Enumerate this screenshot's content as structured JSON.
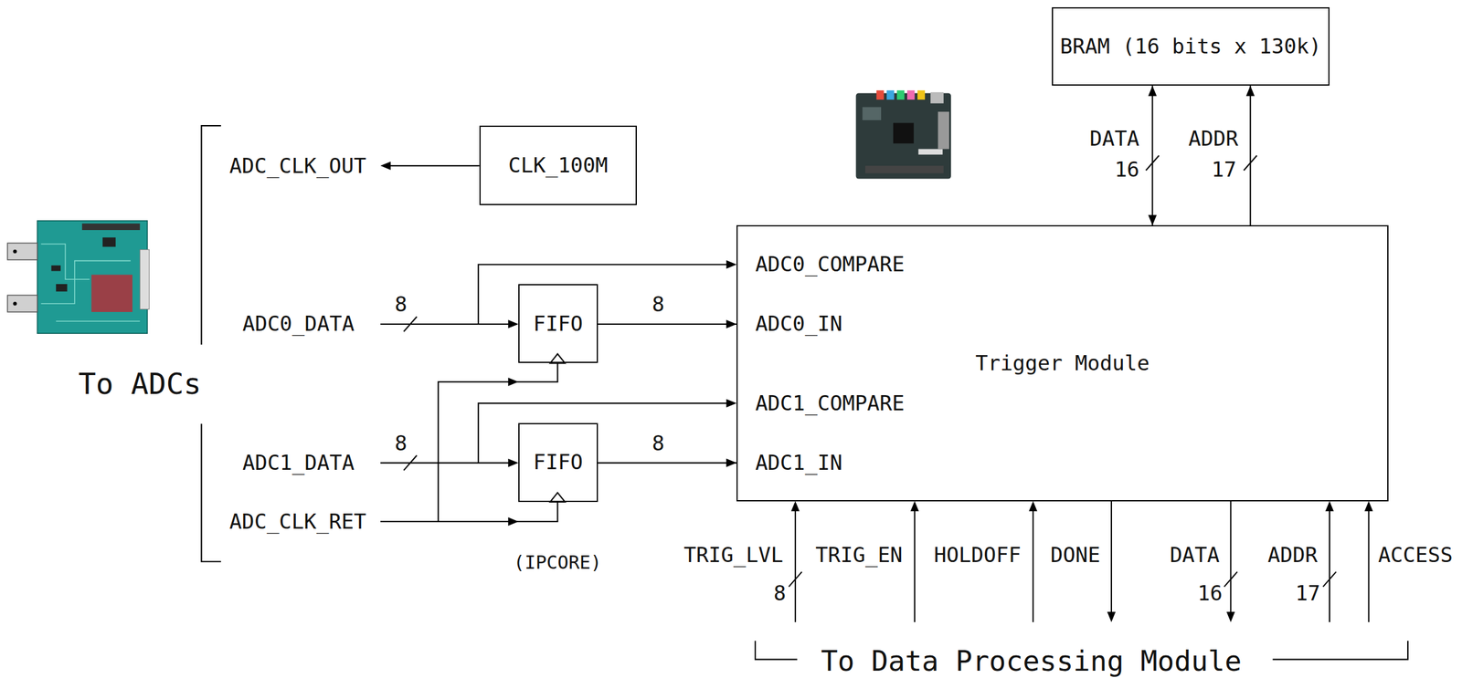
{
  "diagram": {
    "nodes": [
      {
        "text": [
          "BRAM (16 bits x 130k)"
        ]
      },
      {
        "text": [
          "CLK_100M"
        ]
      },
      {
        "text": [
          "FIFO"
        ]
      },
      {
        "text": [
          "FIFO"
        ]
      },
      {
        "text": [
          "Trigger Module"
        ]
      }
    ],
    "edges": [
      {
        "from": 2,
        "to": 4,
        "arrow": "to",
        "label": "8"
      },
      {
        "from": 3,
        "to": 4,
        "arrow": "to",
        "label": "8"
      },
      {
        "from": 4,
        "to": 0,
        "arrow": "both",
        "label": "DATA"
      },
      {
        "from": 4,
        "to": 0,
        "arrow": "to",
        "label": "ADDR"
      }
    ],
    "labels": [
      "ADC_CLK_OUT",
      "ADC0_DATA",
      "8",
      "ADC1_DATA",
      "8",
      "ADC_CLK_RET",
      "To ADCs",
      "(IPCORE)",
      "16",
      "17",
      "ADC0_COMPARE",
      "ADC0_IN",
      "ADC1_COMPARE",
      "ADC1_IN",
      "TRIG_LVL",
      "8",
      "TRIG_EN",
      "HOLDOFF",
      "DONE",
      "DATA",
      "16",
      "ADDR",
      "17",
      "ACCESS",
      "To Data Processing Module"
    ]
  }
}
